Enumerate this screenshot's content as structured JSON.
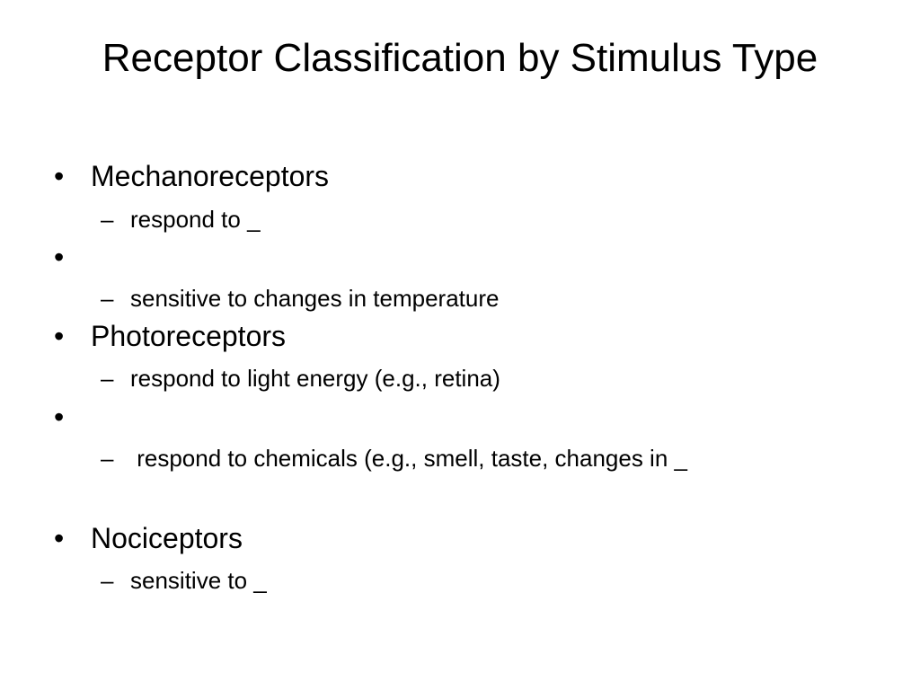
{
  "slide": {
    "title": "Receptor Classification by Stimulus Type",
    "bullet_marker": "•",
    "sub_marker": "–",
    "items": [
      {
        "label": "Mechanoreceptors",
        "sub": "respond to _"
      },
      {
        "label": "",
        "sub": "sensitive to changes in temperature"
      },
      {
        "label": "Photoreceptors",
        "sub": "respond to light energy (e.g., retina)"
      },
      {
        "label": "",
        "sub": " respond to chemicals (e.g., smell, taste, changes in _"
      },
      {
        "label": "Nociceptors",
        "sub": "sensitive to _"
      }
    ]
  }
}
